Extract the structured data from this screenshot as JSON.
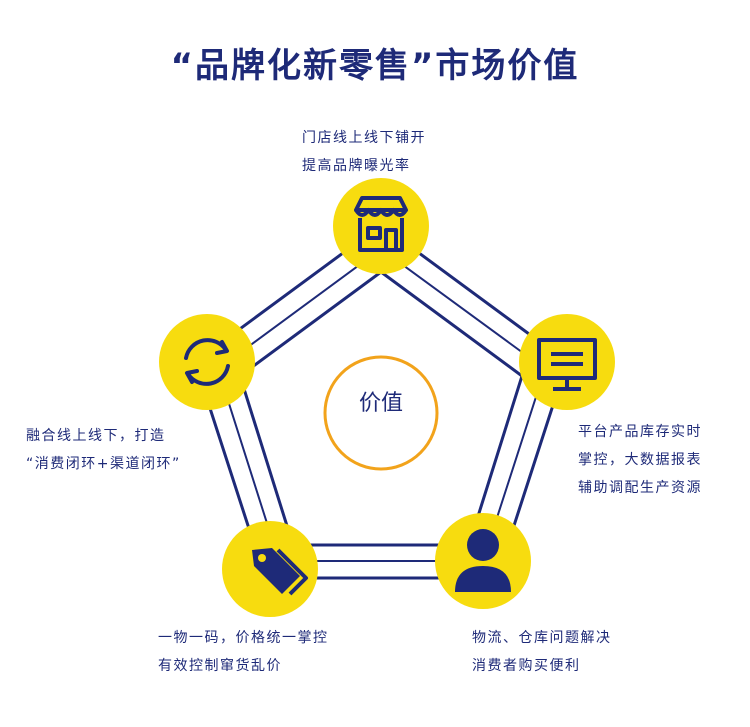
{
  "title": "“品牌化新零售”市场价值",
  "center": {
    "label": "价值"
  },
  "colors": {
    "navy": "#1e2a78",
    "yellow": "#f7dc0f",
    "orange": "#f2a31b",
    "white": "#ffffff"
  },
  "nodes": [
    {
      "icon": "store-icon",
      "lines": [
        "门店线上线下铺开",
        "提高品牌曝光率"
      ]
    },
    {
      "icon": "monitor-icon",
      "lines": [
        "平台产品库存实时",
        "掌控，大数据报表",
        "辅助调配生产资源"
      ]
    },
    {
      "icon": "user-icon",
      "lines": [
        "物流、仓库问题解决",
        "消费者购买便利"
      ]
    },
    {
      "icon": "tag-icon",
      "lines": [
        "一物一码，价格统一掌控",
        "有效控制窜货乱价"
      ]
    },
    {
      "icon": "refresh-icon",
      "lines": [
        "融合线上线下，打造",
        "“消费闭环+渠道闭环”"
      ]
    }
  ]
}
